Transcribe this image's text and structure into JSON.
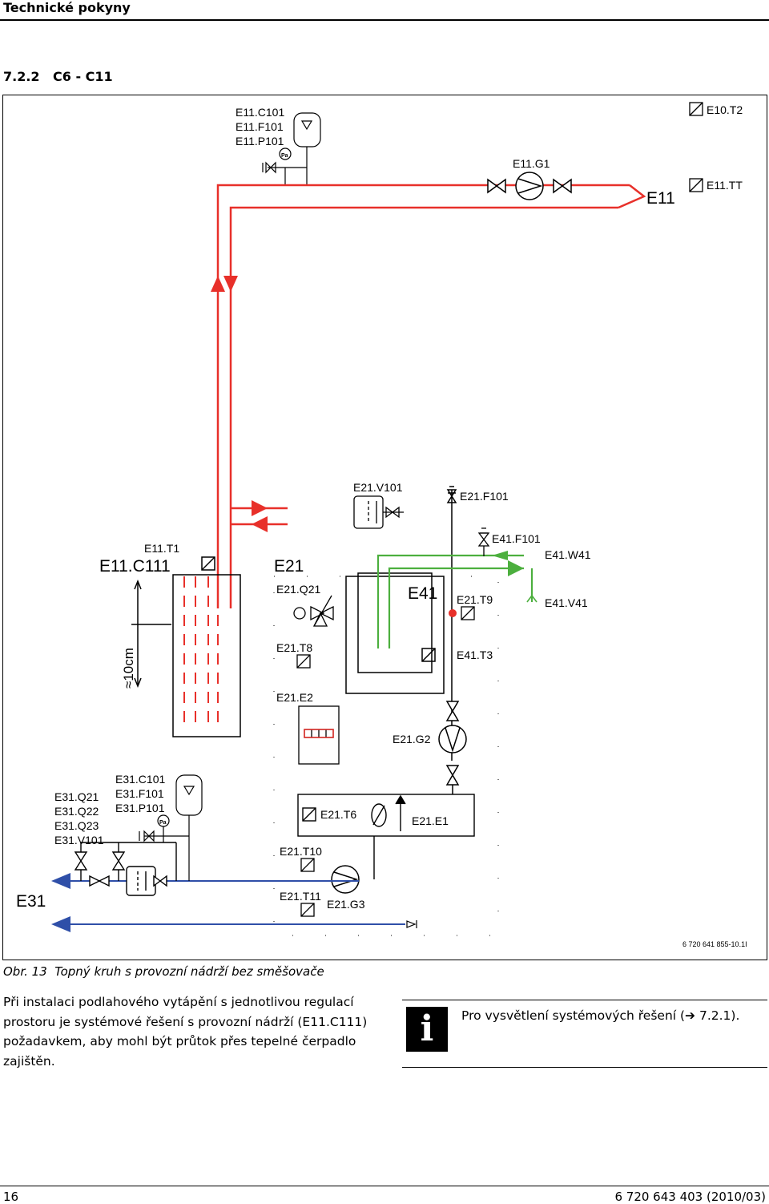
{
  "header": {
    "title": "Technické pokyny"
  },
  "section": {
    "number": "7.2.2",
    "title": "C6 - C11"
  },
  "diagram": {
    "labels": {
      "e11_c101": "E11.C101",
      "e11_f101": "E11.F101",
      "e11_p101": "E11.P101",
      "e10_t2": "E10.T2",
      "e11_g1": "E11.G1",
      "e11": "E11",
      "e11_tt": "E11.TT",
      "e21_v101": "E21.V101",
      "e21_f101": "E21.F101",
      "e41_f101": "E41.F101",
      "e41_w41": "E41.W41",
      "e11_t1": "E11.T1",
      "e11_c111": "E11.C111",
      "e21": "E21",
      "e21_q21": "E21.Q21",
      "e41": "E41",
      "e21_t9": "E21.T9",
      "e41_v41": "E41.V41",
      "e21_t8": "E21.T8",
      "e41_t3": "E41.T3",
      "dist": "≈10cm",
      "e21_e2": "E21.E2",
      "e21_g2": "E21.G2",
      "e31_q21": "E31.Q21",
      "e31_q22": "E31.Q22",
      "e31_q23": "E31.Q23",
      "e31_v101": "E31.V101",
      "e31_c101": "E31.C101",
      "e31_f101": "E31.F101",
      "e31_p101": "E31.P101",
      "e21_t6": "E21.T6",
      "e21_e1": "E21.E1",
      "e21_t10": "E21.T10",
      "e31": "E31",
      "e21_t11": "E21.T11",
      "e21_g3": "E21.G3",
      "pa": "Pa",
      "ref": "6 720 641 855-10.1I"
    },
    "colors": {
      "flow": "#e8302a",
      "return": "#2f4fa8",
      "water": "#4caf3e",
      "line": "#000000"
    }
  },
  "caption": {
    "label": "Obr. 13",
    "text": "Topný kruh s provozní nádrží bez směšovače"
  },
  "body": "Při instalaci podlahového vytápění s jednotlivou regulací prostoru je systémové řešení s provozní nádrží (E11.C111) požadavkem, aby mohl být průtok přes tepelné čerpadlo zajištěn.",
  "note": {
    "icon": "info-icon",
    "text": "Pro vysvětlení systémových řešení (➔ 7.2.1)."
  },
  "footer": {
    "page": "16",
    "doc": "6 720 643 403 (2010/03)"
  }
}
